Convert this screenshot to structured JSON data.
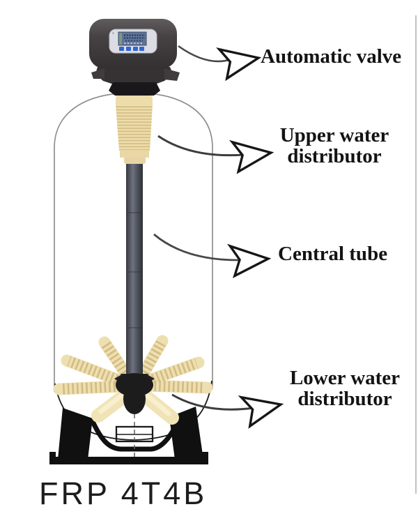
{
  "diagram": {
    "model_label": "FRP 4T4B",
    "labels": {
      "automatic_valve": "Automatic valve",
      "upper_distributor_line1": "Upper water",
      "upper_distributor_line2": "distributor",
      "central_tube": "Central tube",
      "lower_distributor_line1": "Lower water",
      "lower_distributor_line2": "distributor"
    },
    "colors": {
      "label_text": "#131313",
      "distributor_cream": "#ecddab",
      "distributor_rib": "#d3bb82",
      "central_tube_gray": "#4b4f59",
      "valve_body_dark": "#423e3f",
      "lcd_screen_blue": "#5e7396",
      "valve_button_blue": "#3166d2",
      "stand_black": "#111111",
      "tank_outline_gray": "#8f8f8f"
    }
  }
}
